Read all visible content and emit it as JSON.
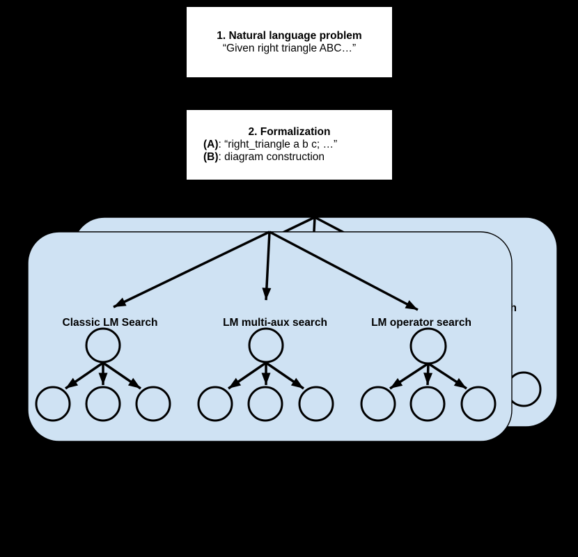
{
  "colors": {
    "background": "#000000",
    "box_fill": "#ffffff",
    "box_border": "#000000",
    "card_fill": "#cfe2f3",
    "card_border": "#000000",
    "line_color": "#000000",
    "text_color": "#000000"
  },
  "stage1": {
    "title": "1. Natural language problem",
    "quote": "“Given right triangle ABC…”"
  },
  "stage2": {
    "title": "2. Formalization",
    "items": [
      {
        "label": "(A)",
        "text": ": “right_triangle a b c; …”"
      },
      {
        "label": "(B)",
        "text": ": diagram construction"
      }
    ]
  },
  "search_panel": {
    "stacked_cards": 2,
    "trees": [
      {
        "label": "Classic LM Search"
      },
      {
        "label": "LM multi-aux search"
      },
      {
        "label": "LM operator search"
      }
    ]
  }
}
